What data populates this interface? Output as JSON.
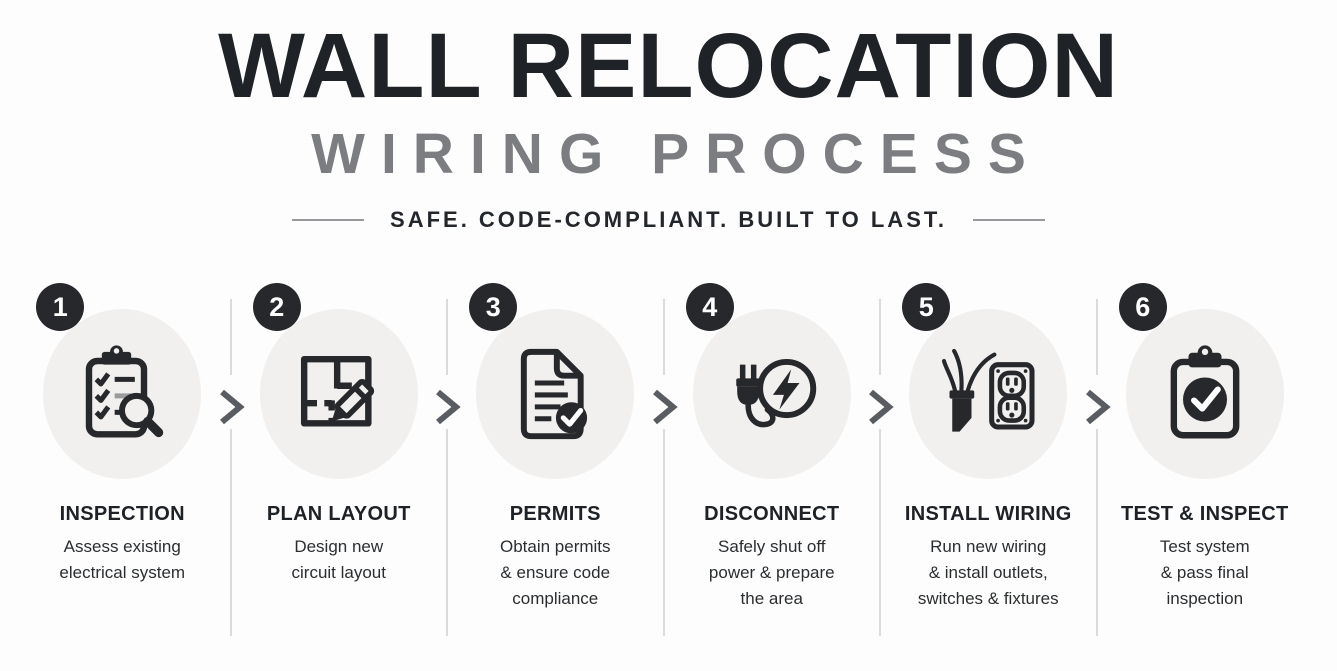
{
  "header": {
    "title": "WALL RELOCATION",
    "subtitle": "WIRING PROCESS",
    "tagline": "SAFE. CODE-COMPLIANT. BUILT TO LAST."
  },
  "colors": {
    "charcoal": "#26282c",
    "title_black": "#1f2226",
    "subtitle_gray": "#7b7d80",
    "bubble_gray": "#f1f0ee",
    "divider_gray": "#dcdbd9",
    "chevron_gray": "#595d62",
    "background": "#fdfdfd"
  },
  "divider": {
    "icon": "chevron-right-icon"
  },
  "steps": [
    {
      "number": "1",
      "title": "INSPECTION",
      "description": "Assess existing\nelectrical system",
      "icon": "clipboard-checklist-magnifier-icon"
    },
    {
      "number": "2",
      "title": "PLAN LAYOUT",
      "description": "Design new\ncircuit layout",
      "icon": "floorplan-pencil-icon"
    },
    {
      "number": "3",
      "title": "PERMITS",
      "description": "Obtain permits\n& ensure code\ncompliance",
      "icon": "document-check-icon"
    },
    {
      "number": "4",
      "title": "DISCONNECT",
      "description": "Safely shut off\npower & prepare\nthe area",
      "icon": "plug-lightning-icon"
    },
    {
      "number": "5",
      "title": "INSTALL WIRING",
      "description": "Run new wiring\n& install outlets,\nswitches & fixtures",
      "icon": "cable-outlet-icon"
    },
    {
      "number": "6",
      "title": "TEST & INSPECT",
      "description": "Test system\n& pass final\ninspection",
      "icon": "clipboard-check-icon"
    }
  ]
}
